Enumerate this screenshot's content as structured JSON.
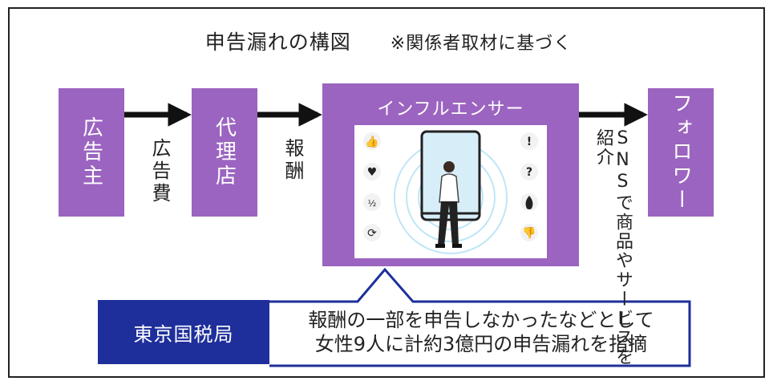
{
  "title": {
    "main": "申告漏れの構図",
    "note": "※関係者取材に基づく"
  },
  "nodes": {
    "advertiser": "広告主",
    "agency": "代理店",
    "influencer": "インフルエンサー",
    "follower": "フォロワー"
  },
  "edges": {
    "ad_fee": "広告費",
    "reward": "報酬",
    "sns_intro": "SNSで商品やサービスを紹介"
  },
  "callout": {
    "org": "東京国税局",
    "line1": "報酬の一部を申告しなかったなどとして",
    "line2": "女性9人に計約3億円の申告漏れを指摘"
  },
  "colors": {
    "node": "#9b64c0",
    "tax_box": "#1e2f9b",
    "arrow": "#111111"
  },
  "icons": {
    "left": [
      "thumbs-up-icon",
      "heart-icon",
      "sparkle-icon",
      "refresh-icon"
    ],
    "right": [
      "exclamation-icon",
      "question-icon",
      "fire-icon",
      "thumbs-down-icon"
    ]
  }
}
